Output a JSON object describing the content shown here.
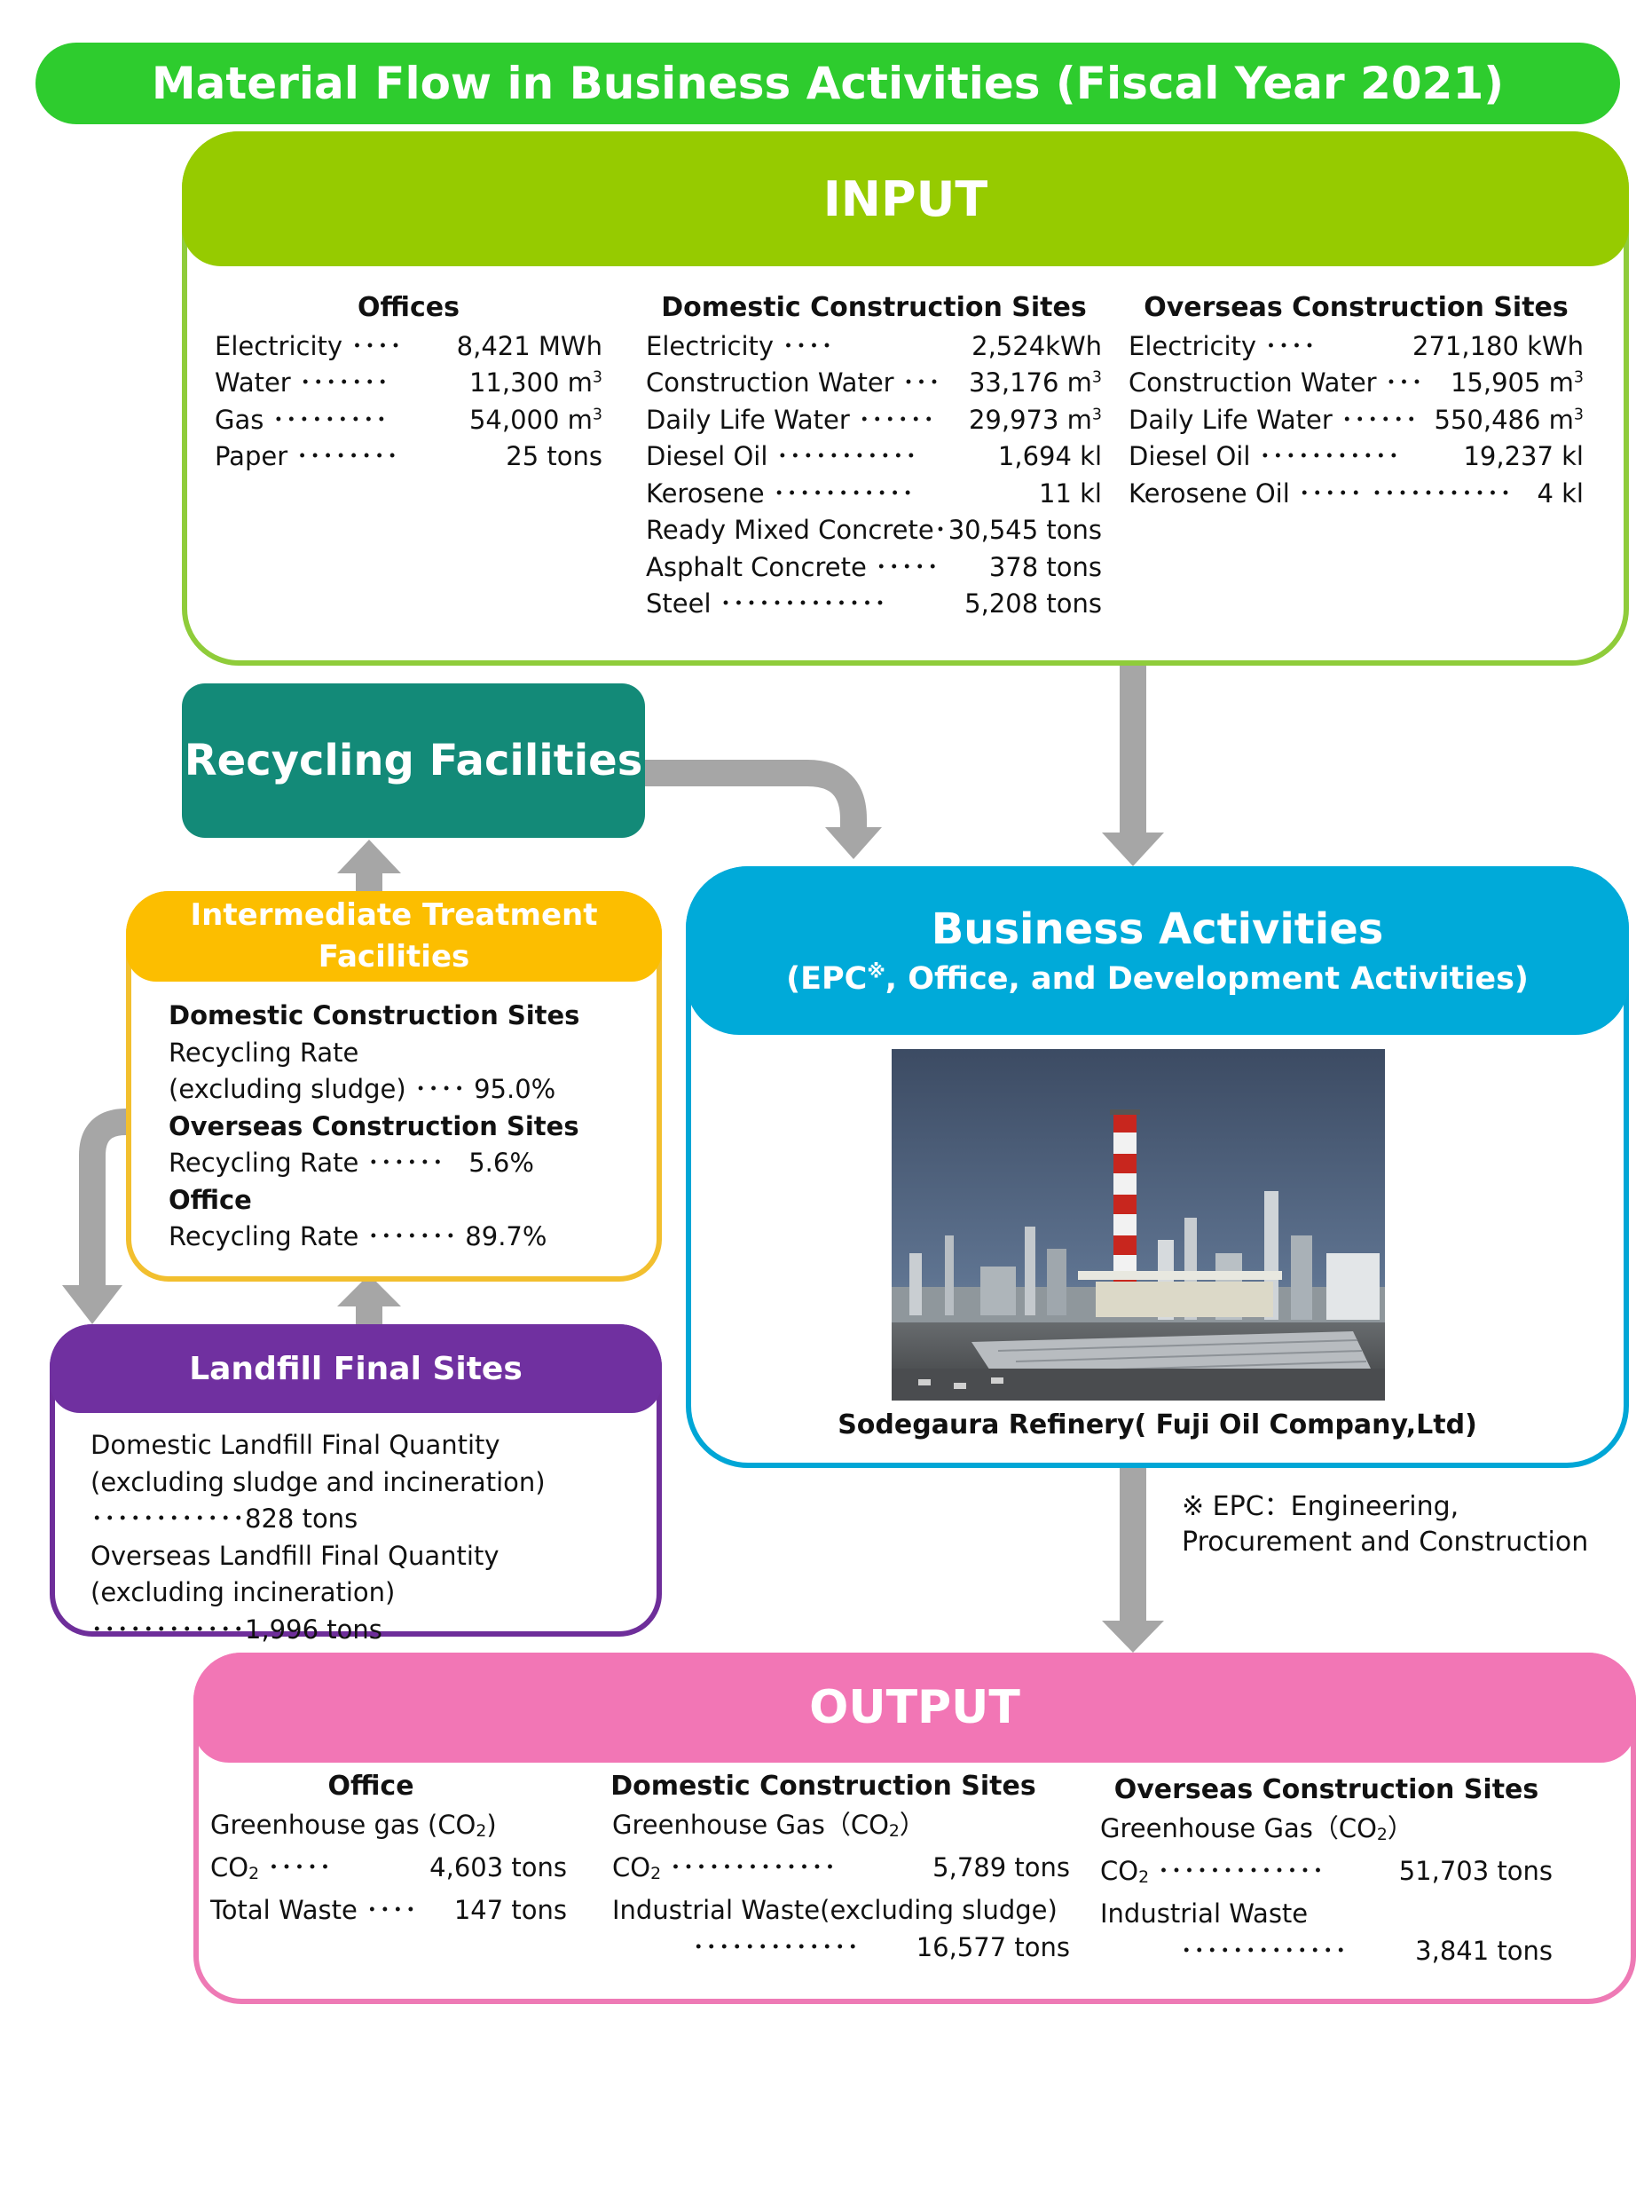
{
  "title": "Material Flow in Business Activities (Fiscal Year 2021)",
  "input": {
    "header": "INPUT",
    "offices": {
      "title": "Offices",
      "rows": [
        {
          "label": "Electricity ････",
          "value": "8,421 MWh"
        },
        {
          "label": "Water ･･･････",
          "value": "11,300 m",
          "sup": "3"
        },
        {
          "label": "Gas ･････････",
          "value": "54,000 m",
          "sup": "3"
        },
        {
          "label": "Paper ････････",
          "value": "25 tons"
        }
      ]
    },
    "domestic": {
      "title": "Domestic Construction Sites",
      "rows": [
        {
          "label": "Electricity ････",
          "value": "2,524kWh"
        },
        {
          "label": "Construction Water ･･･",
          "value": "33,176 m",
          "sup": "3"
        },
        {
          "label": "Daily Life Water ･･････",
          "value": "29,973 m",
          "sup": "3"
        },
        {
          "label": "Diesel Oil ･･･････････",
          "value": "1,694 kl"
        },
        {
          "label": "Kerosene ･･･････････",
          "value": "11 kl"
        },
        {
          "label": "Ready Mixed Concrete･",
          "value": "30,545 tons"
        },
        {
          "label": "Asphalt Concrete ･････",
          "value": "378 tons"
        },
        {
          "label": "Steel ･････････････",
          "value": "5,208 tons"
        }
      ]
    },
    "overseas": {
      "title": "Overseas Construction Sites",
      "rows": [
        {
          "label": "Electricity ････",
          "value": "271,180 kWh"
        },
        {
          "label": "Construction Water ･･･",
          "value": "15,905 m",
          "sup": "3"
        },
        {
          "label": "Daily Life Water ･･････",
          "value": "550,486 m",
          "sup": "3"
        },
        {
          "label": "Diesel Oil ･･･････････",
          "value": "19,237 kl"
        },
        {
          "label": "Kerosene Oil ･････ ･･･････････",
          "value": "4 kl"
        }
      ]
    }
  },
  "recycling": {
    "label": "Recycling Facilities"
  },
  "intermediate": {
    "header_line1": "Intermediate Treatment",
    "header_line2": "Facilities",
    "domestic_title": "Domestic Construction Sites",
    "domestic_line1": "Recycling Rate",
    "domestic_line2": "(excluding sludge) ････ 95.0%",
    "overseas_title": "Overseas Construction Sites",
    "overseas_line": "Recycling Rate ･･････   5.6%",
    "office_title": "Office",
    "office_line": "Recycling Rate ･･･････ 89.7%"
  },
  "landfill": {
    "header": "Landfill Final Sites",
    "line1": "Domestic Landfill Final Quantity",
    "line2": "(excluding sludge and incineration)",
    "line3": "････････････828 tons",
    "line4": "Overseas Landfill Final Quantity",
    "line5": "(excluding incineration)",
    "line6": "････････････1,996 tons"
  },
  "business": {
    "title": "Business Activities",
    "subtitle_a": "(EPC",
    "subtitle_mark": "※",
    "subtitle_b": ", Office, and Development Activities)",
    "caption": "Sodegaura Refinery( Fuji Oil Company,Ltd)"
  },
  "epc_note": {
    "line1": "※ EPC：Engineering,",
    "line2": "Procurement and Construction"
  },
  "output": {
    "header": "OUTPUT",
    "office": {
      "title": "Office",
      "ghg_label": "Greenhouse gas (CO",
      "ghg_sub": "2",
      "ghg_close": ")",
      "co2_label": "CO",
      "co2_sub": "2",
      "co2_dots": " ･････",
      "co2_value": "4,603 tons",
      "waste_label": "Total Waste ････",
      "waste_value": "147 tons"
    },
    "domestic": {
      "title": "Domestic Construction Sites",
      "ghg_label": "Greenhouse Gas（CO",
      "ghg_sub": "2",
      "ghg_close": "）",
      "co2_label": "CO",
      "co2_sub": "2",
      "co2_dots": " ･････････････",
      "co2_value": "5,789 tons",
      "waste_label": "Industrial Waste(excluding sludge)",
      "waste_dots": "･････････････",
      "waste_value": "16,577 tons"
    },
    "overseas": {
      "title": "Overseas Construction Sites",
      "ghg_label": "Greenhouse Gas（CO",
      "ghg_sub": "2",
      "ghg_close": "）",
      "co2_label": "CO",
      "co2_sub": "2",
      "co2_dots": " ･････････････",
      "co2_value": "51,703 tons",
      "waste_label": "Industrial Waste",
      "waste_dots": "･････････････",
      "waste_value": "3,841 tons"
    }
  },
  "colors": {
    "title": "#2ecc2e",
    "input": "#96cb00",
    "recycling": "#138a78",
    "intermediate": "#fcbe00",
    "landfill": "#7030a0",
    "business": "#00aad9",
    "output": "#f276b5",
    "arrow": "#a6a6a6"
  }
}
